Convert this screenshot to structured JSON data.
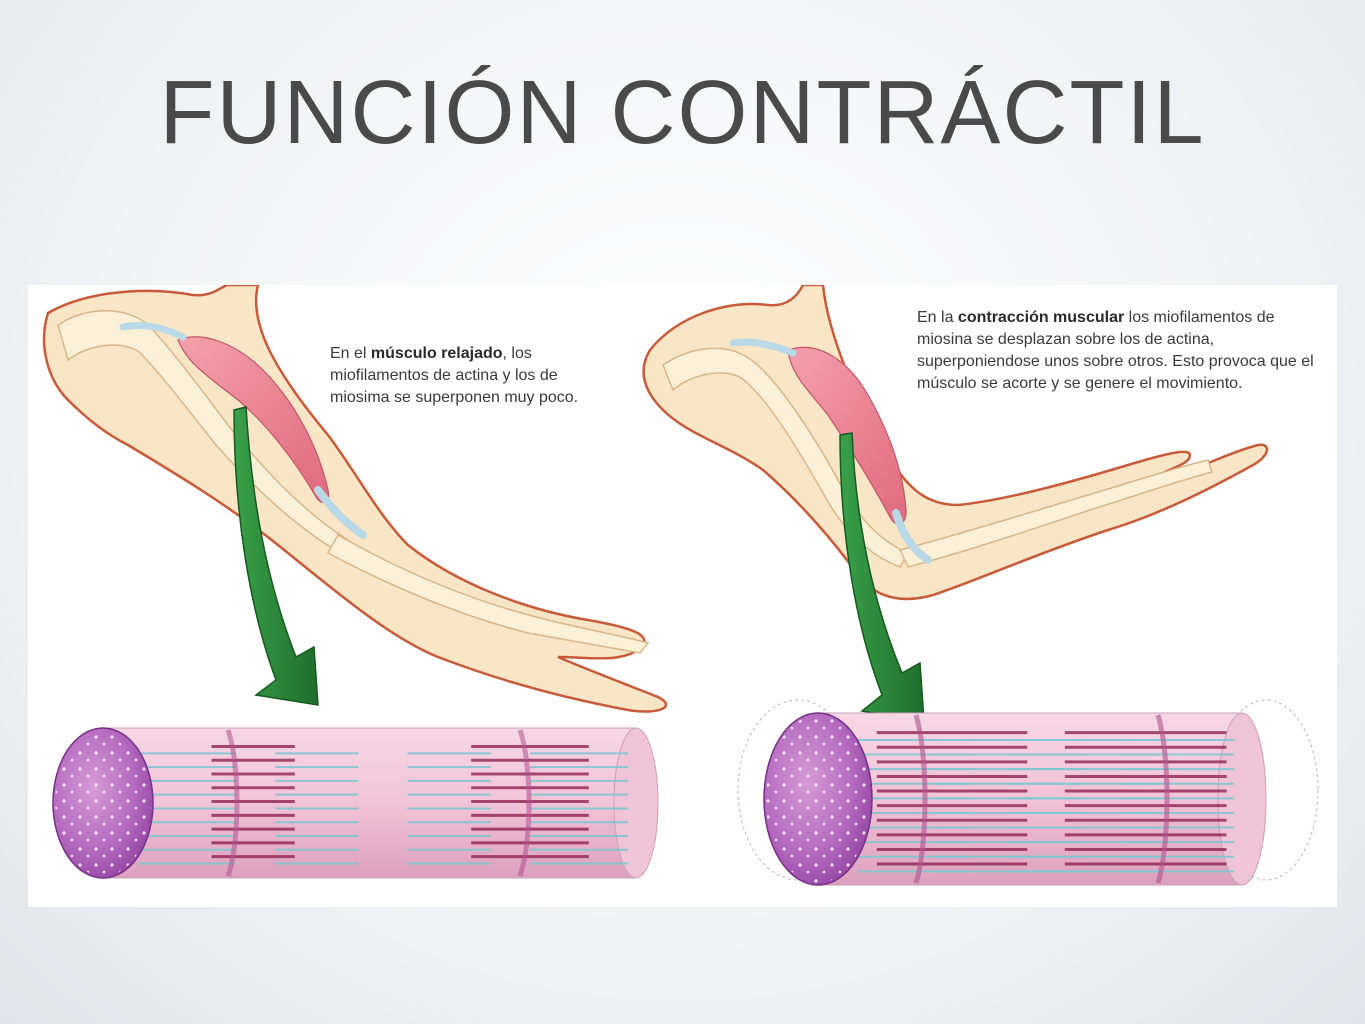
{
  "slide": {
    "title": "FUNCIÓN CONTRÁCTIL"
  },
  "relaxed": {
    "pre": "En el ",
    "bold": "músculo relajado",
    "post": ", los miofilamentos de actina y los de miosima se superponen muy poco."
  },
  "contracted": {
    "pre": "En la ",
    "bold": "contracción muscular",
    "post": " los miofilamentos de miosina se desplazan sobre los de actina, superponiendose unos sobre otros. Esto provoca que el músculo se acorte y se genere el movimiento."
  },
  "colors": {
    "skin": "#f8e6c6",
    "skin_outline": "#c85a3a",
    "bone": "#fbf0d8",
    "muscle": "#e87a8a",
    "arrow": "#2e8b3c",
    "fiber_end": "#9b4aa8",
    "myosin": "#8a1a4a",
    "actin": "#7fc7d0"
  }
}
